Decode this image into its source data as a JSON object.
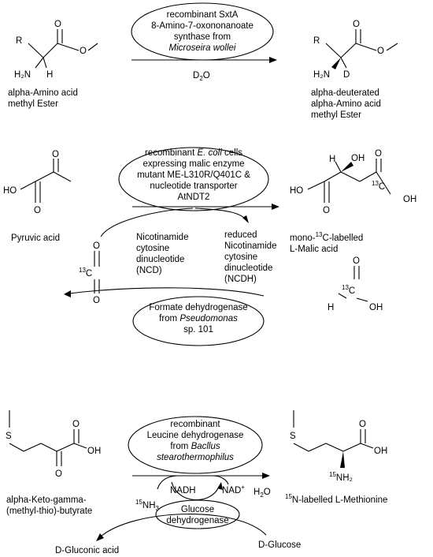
{
  "reaction1": {
    "substrate_label_lines": [
      "alpha-Amino acid",
      "methyl Ester"
    ],
    "enzyme_lines": [
      "recombinant SxtA",
      "8-Amino-7-oxononanoate",
      "synthase from"
    ],
    "enzyme_organism": "Microseira wollei",
    "reagent": "D",
    "reagent_sub": "2",
    "reagent_tail": "O",
    "product_label_lines": [
      "alpha-deuterated",
      "alpha-Amino acid",
      "methyl Ester"
    ],
    "atoms": {
      "R": "R",
      "H2N": "H₂N",
      "H": "H",
      "D": "D",
      "O": "O"
    }
  },
  "reaction2": {
    "substrate_label": "Pyruvic acid",
    "enzyme_line1_pre": "recombinant ",
    "enzyme_line1_it": "E. coli",
    "enzyme_line1_post": " cells",
    "enzyme_lines": [
      "expressing malic enzyme",
      "mutant ME-L310R/Q401C &",
      "nucleotide transporter",
      "AtNDT2"
    ],
    "cofactor_ox_lines": [
      "Nicotinamide",
      "cytosine",
      "dinucleotide",
      "(NCD)"
    ],
    "cofactor_red_lines": [
      "reduced",
      "Nicotinamide",
      "cytosine",
      "dinucleotide",
      "(NCDH)"
    ],
    "product_label_pre": "mono-",
    "product_label_sup": "13",
    "product_label_post": "C-labelled",
    "product_label_line2": "L-Malic acid",
    "fdh_lines": [
      "Formate dehydrogenase",
      "from "
    ],
    "fdh_organism": "Pseudomonas",
    "fdh_line3": "sp. 101",
    "iso": "13",
    "atoms": {
      "HO": "HO",
      "OH": "OH",
      "O": "O",
      "H": "H",
      "C": "C"
    }
  },
  "reaction3": {
    "substrate_label_lines": [
      "alpha-Keto-gamma-",
      "(methyl-thio)-butyrate"
    ],
    "enzyme_lines": [
      "recombinant",
      "Leucine dehydrogenase",
      "from "
    ],
    "enzyme_organism_lines": [
      "Bacllus",
      "stearothermophilus"
    ],
    "nadh": "NADH",
    "nad": "NAD",
    "nad_charge": "+",
    "water": "H",
    "water_sub": "2",
    "water_tail": "O",
    "ammonia_sup": "15",
    "ammonia": "NH",
    "ammonia_sub": "3",
    "gdh_lines": [
      "Glucose",
      "dehydrogenase"
    ],
    "gluconic": "D-Gluconic acid",
    "glucose": "D-Glucose",
    "product_label_sup": "15",
    "product_label": "N-labelled L-Methionine",
    "atoms": {
      "S": "S",
      "O": "O",
      "OH": "OH",
      "NH2": "NH₂",
      "N15": "15"
    }
  }
}
